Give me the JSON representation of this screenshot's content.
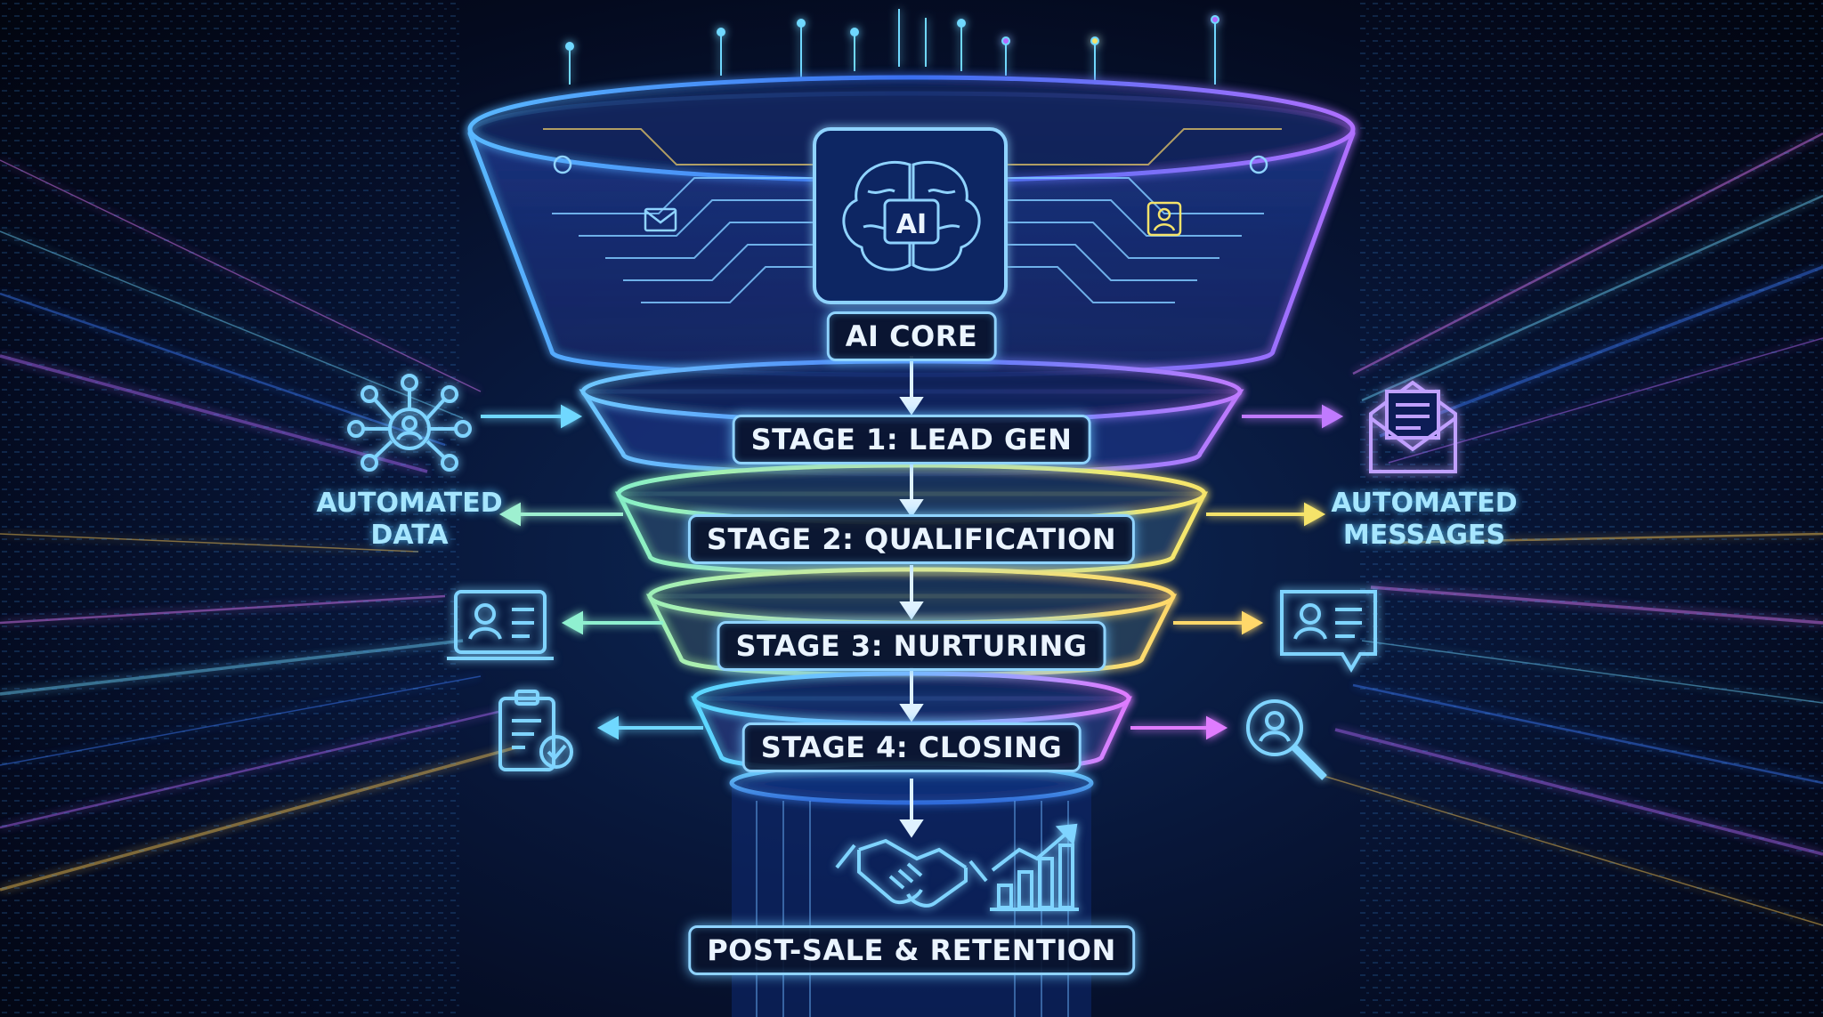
{
  "core": {
    "chip_text": "AI",
    "label": "AI CORE"
  },
  "stages": [
    {
      "label": "STAGE 1: LEAD GEN"
    },
    {
      "label": "STAGE 2: QUALIFICATION"
    },
    {
      "label": "STAGE 3: NURTURING"
    },
    {
      "label": "STAGE 4: CLOSING"
    }
  ],
  "outcome": {
    "label": "POST-SALE & RETENTION"
  },
  "left": {
    "data_label_line1": "AUTOMATED",
    "data_label_line2": "DATA"
  },
  "right": {
    "messages_label_line1": "AUTOMATED",
    "messages_label_line2": "MESSAGES"
  },
  "icons": {
    "left": [
      "network-user-icon",
      "id-card-icon",
      "clipboard-check-icon"
    ],
    "right": [
      "envelope-icon",
      "contact-card-icon",
      "search-user-icon"
    ],
    "bottom": [
      "handshake-icon",
      "growth-chart-icon"
    ],
    "funnel": [
      "brain-icon",
      "mail-icon",
      "user-icon"
    ]
  },
  "colors": {
    "cyan": "#6fd8ff",
    "blue": "#3d7dff",
    "purple": "#b46bff",
    "yellow": "#f5e36a",
    "green": "#7ff0c0",
    "pink": "#e07bff",
    "gold": "#ffcc55"
  }
}
